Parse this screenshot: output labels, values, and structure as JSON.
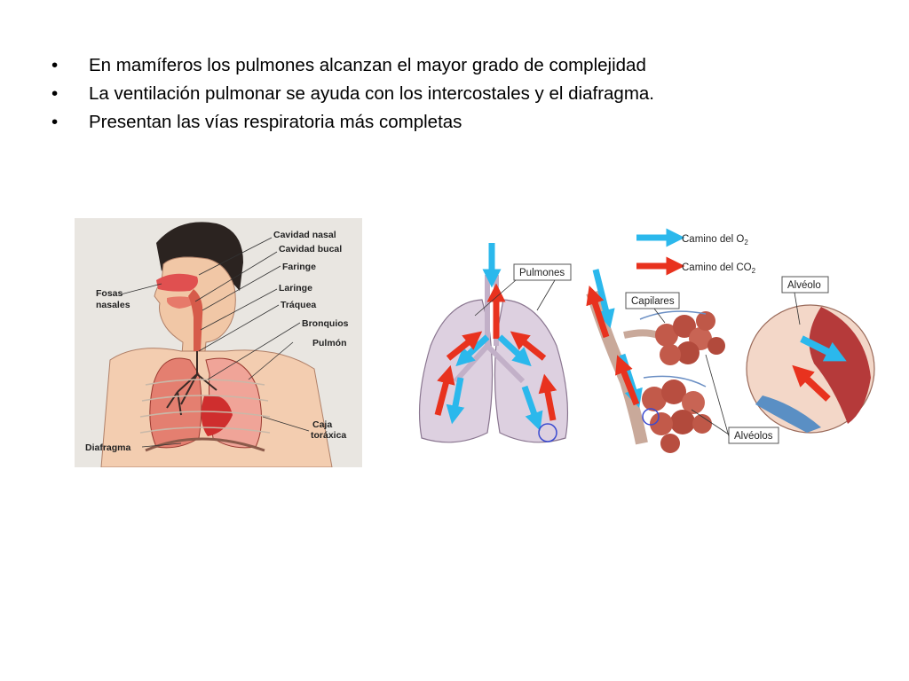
{
  "bullets": [
    "En mamíferos los pulmones alcanzan el mayor grado de complejidad",
    "La ventilación pulmonar se ayuda con los intercostales y el diafragma.",
    "Presentan las vías respiratoria más completas"
  ],
  "bullet_symbol": "•",
  "figure_left": {
    "labels": {
      "cavidad_nasal": "Cavidad nasal",
      "cavidad_bucal": "Cavidad bucal",
      "faringe": "Faringe",
      "fosas": "Fosas",
      "nasales": "nasales",
      "laringe": "Laringe",
      "traquea": "Tráquea",
      "bronquios": "Bronquios",
      "pulmon": "Pulmón",
      "caja": "Caja",
      "toraxica": "toráxica",
      "diafragma": "Diafragma"
    }
  },
  "figure_right": {
    "legend_o2_prefix": "Camino del O",
    "legend_co2_prefix": "Camino del CO",
    "subscript": "2",
    "o2_color": "#2bb8ec",
    "co2_color": "#e8321e",
    "labels": {
      "pulmones": "Pulmones",
      "capilares": "Capilares",
      "alveolo": "Alvéolo",
      "alveolos": "Alvéolos"
    }
  }
}
